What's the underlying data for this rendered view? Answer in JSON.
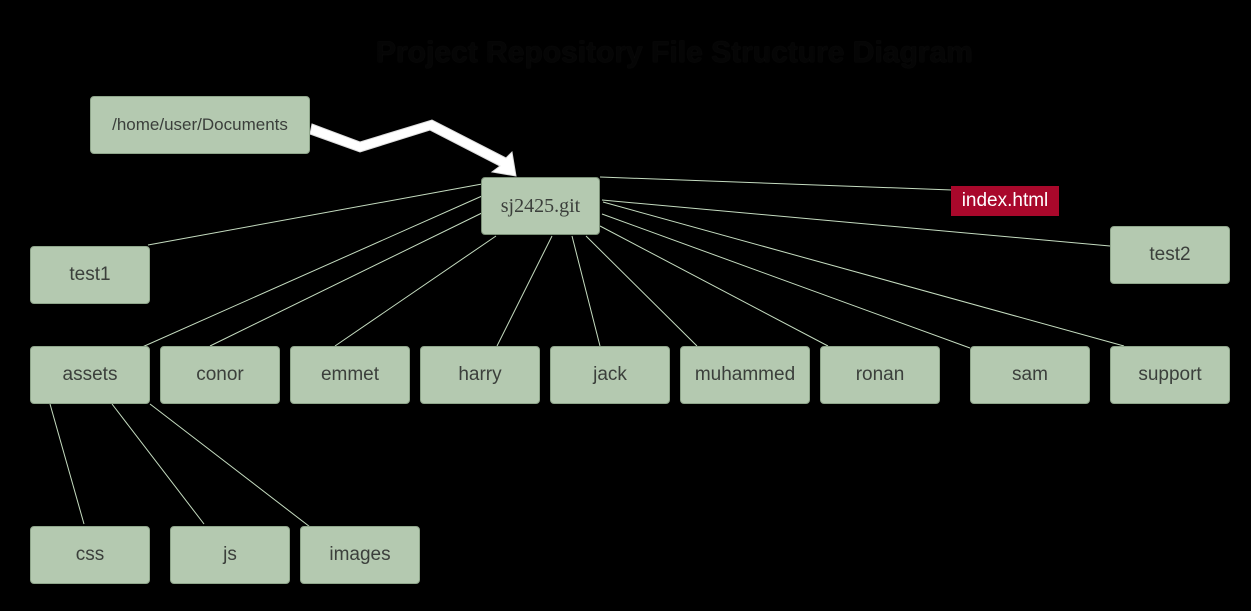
{
  "title": "Project Repository File Structure Diagram",
  "source_path": "/home/user/Documents",
  "root": "sj2425.git",
  "file": "index.html",
  "children": {
    "test1": "test1",
    "test2": "test2",
    "assets": "assets",
    "conor": "conor",
    "emmet": "emmet",
    "harry": "harry",
    "jack": "jack",
    "muhammed": "muhammed",
    "ronan": "ronan",
    "sam": "sam",
    "support": "support"
  },
  "assets_children": {
    "css": "css",
    "js": "js",
    "images": "images"
  },
  "colors": {
    "background": "#000000",
    "node_fill": "#b4c9b0",
    "node_text": "#3b3f3b",
    "file_tag": "#a9082b",
    "connector": "#b4c9b0"
  }
}
